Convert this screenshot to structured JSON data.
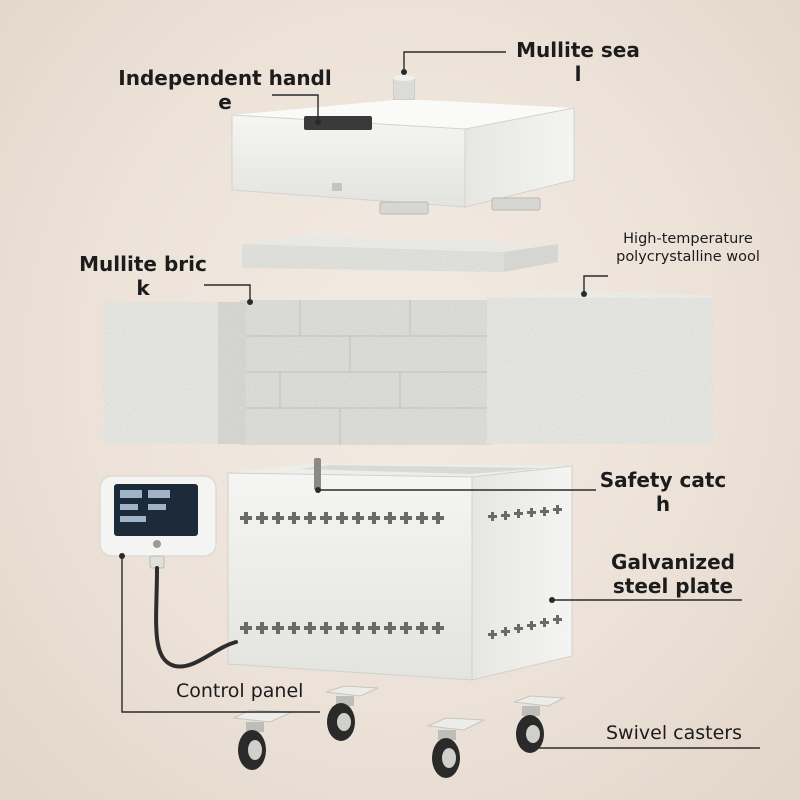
{
  "labels": {
    "mullite_seal": [
      "Mullite sea",
      "l"
    ],
    "independent_handle": [
      "Independent handl",
      "e"
    ],
    "mullite_brick": [
      "Mullite bric",
      "k"
    ],
    "hightemp_wool": [
      "High-temperature",
      "polycrystalline wool"
    ],
    "safety_catch": [
      "Safety catc",
      "h"
    ],
    "galvanized_plate": [
      "Galvanized",
      "steel plate"
    ],
    "control_panel": "Control panel",
    "swivel_casters": "Swivel casters"
  },
  "colors": {
    "background": "#ece2d8",
    "shell": "#f1f1ef",
    "shell_shade": "#dcdcd8",
    "wool": "#e9e9e6",
    "brick": "#dfdfdb",
    "leader_line": "#2a2a2a",
    "screen": "#1c2a3a"
  }
}
